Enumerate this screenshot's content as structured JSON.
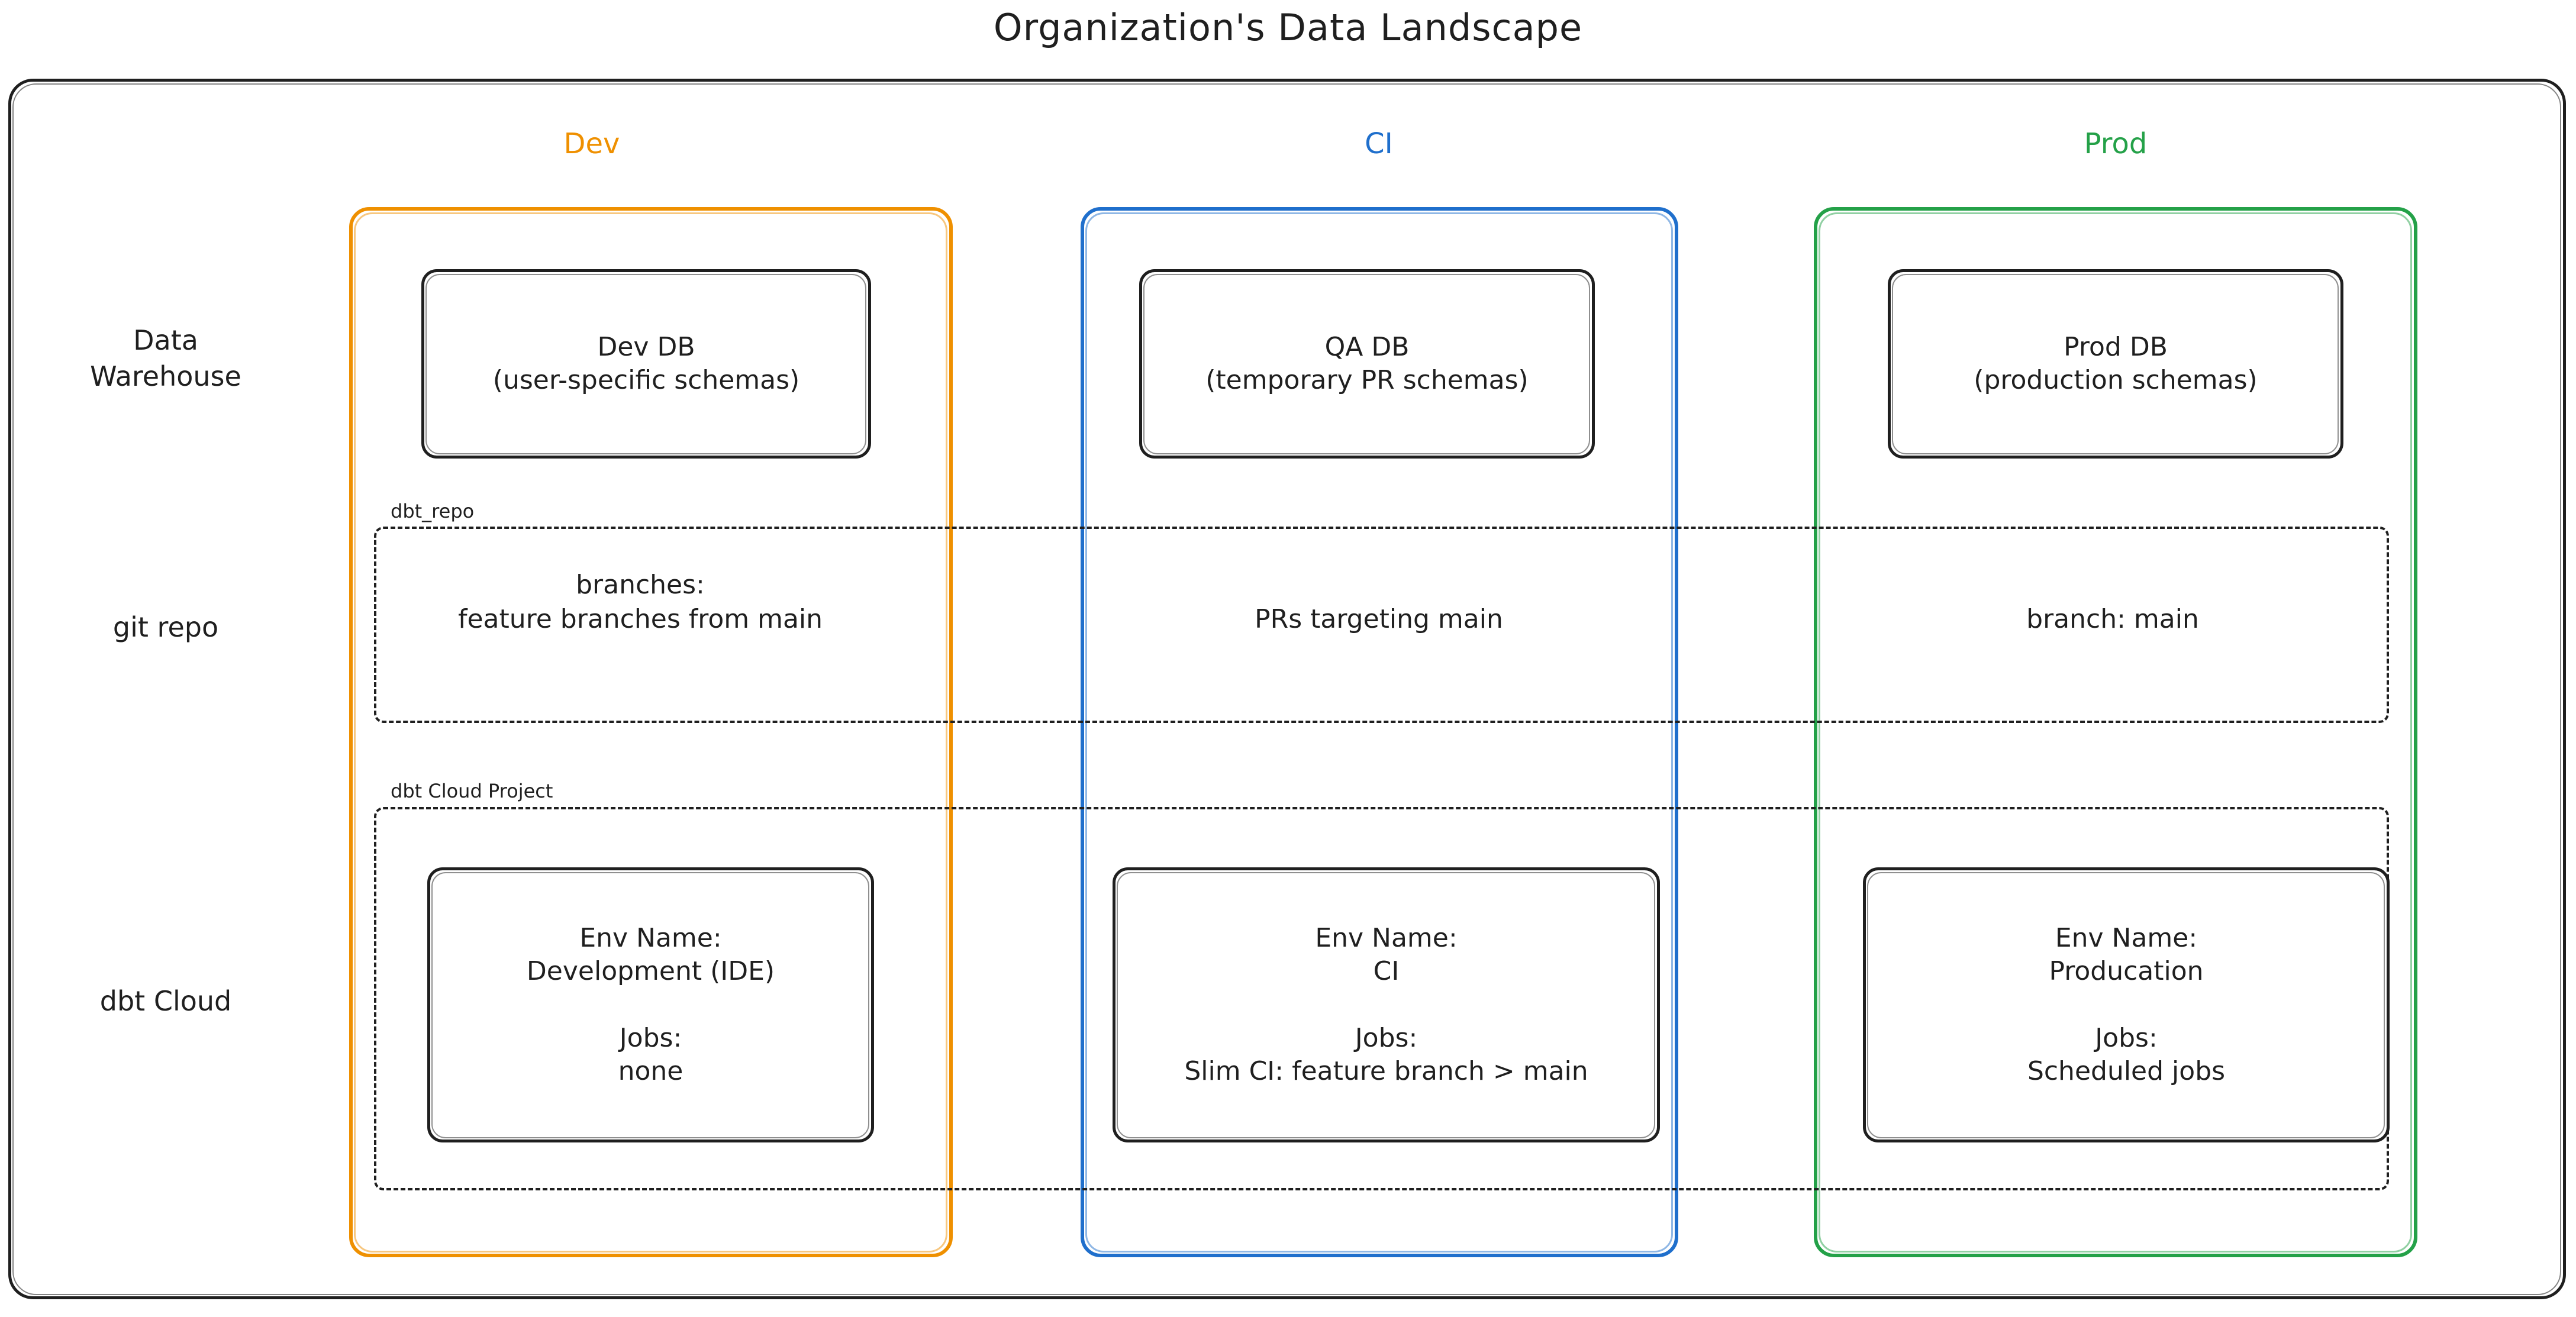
{
  "title": "Organization's Data Landscape",
  "colors": {
    "dev": "#ef9000",
    "ci": "#1f6fcc",
    "prod": "#24a148",
    "stroke": "#1f1f1f",
    "background": "#ffffff"
  },
  "columns": [
    {
      "key": "dev",
      "label": "Dev",
      "color": "#ef9000"
    },
    {
      "key": "ci",
      "label": "CI",
      "color": "#1f6fcc"
    },
    {
      "key": "prod",
      "label": "Prod",
      "color": "#24a148"
    }
  ],
  "rows": [
    {
      "key": "data_warehouse",
      "label_line1": "Data",
      "label_line2": "Warehouse"
    },
    {
      "key": "git_repo",
      "label_line1": "git repo",
      "label_line2": ""
    },
    {
      "key": "dbt_cloud",
      "label_line1": "dbt Cloud",
      "label_line2": ""
    }
  ],
  "groups": {
    "git_repo": {
      "label": "dbt_repo"
    },
    "dbt_cloud": {
      "label": "dbt Cloud Project"
    }
  },
  "data_warehouse": {
    "dev": {
      "line1": "Dev DB",
      "line2": "(user-specific schemas)"
    },
    "ci": {
      "line1": "QA DB",
      "line2": "(temporary PR schemas)"
    },
    "prod": {
      "line1": "Prod DB",
      "line2": "(production schemas)"
    }
  },
  "git_repo": {
    "dev": {
      "line1": "branches:",
      "line2": "feature branches from main"
    },
    "ci": {
      "line1": "PRs targeting main",
      "line2": ""
    },
    "prod": {
      "line1": "branch: main",
      "line2": ""
    }
  },
  "dbt_cloud": {
    "dev": {
      "env_label": "Env Name:",
      "env_value": "Development (IDE)",
      "jobs_label": "Jobs:",
      "jobs_value": "none"
    },
    "ci": {
      "env_label": "Env Name:",
      "env_value": "CI",
      "jobs_label": "Jobs:",
      "jobs_value": "Slim CI: feature branch > main"
    },
    "prod": {
      "env_label": "Env Name:",
      "env_value": "Producation",
      "jobs_label": "Jobs:",
      "jobs_value": "Scheduled jobs"
    }
  }
}
